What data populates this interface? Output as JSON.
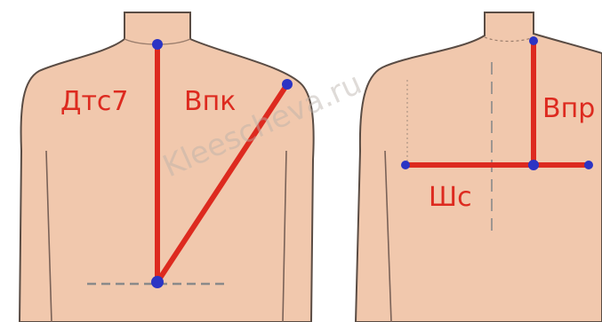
{
  "watermark": "Kleescheva.ru",
  "colors": {
    "skin": "#f1c8ad",
    "outline": "#5a4c44",
    "measure": "#dd2a1f",
    "point": "#2b34c4",
    "guide": "#8a8a8a",
    "background": "#ffffff"
  },
  "figures": {
    "left": {
      "labels": {
        "dts7": "Дтс7",
        "vpk": "Впк"
      }
    },
    "right": {
      "labels": {
        "vpr": "Впр",
        "shs": "Шс"
      }
    }
  }
}
